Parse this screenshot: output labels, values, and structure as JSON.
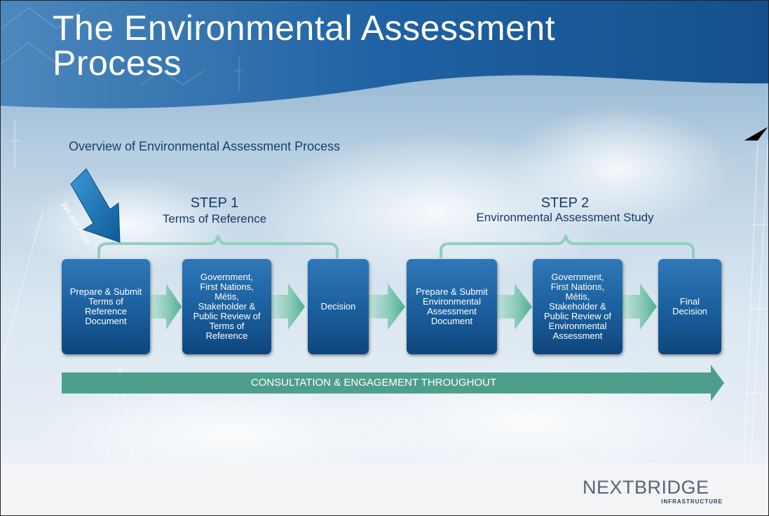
{
  "slide": {
    "title": "The Environmental Assessment Process",
    "subtitle": "Overview of Environmental Assessment Process"
  },
  "marker": {
    "label": "We Are Here",
    "icon": "arrow-down-right-icon"
  },
  "steps": [
    {
      "number": "STEP 1",
      "name": "Terms of Reference"
    },
    {
      "number": "STEP 2",
      "name": "Environmental Assessment Study"
    }
  ],
  "boxes": [
    {
      "text": "Prepare & Submit\nTerms of\nReference\nDocument"
    },
    {
      "text": "Government,\nFirst Nations,\nMétis,\nStakeholder &\nPublic Review of\nTerms of\nReference"
    },
    {
      "text": "Decision"
    },
    {
      "text": "Prepare & Submit\nEnvironmental\nAssessment\nDocument"
    },
    {
      "text": "Government,\nFirst Nations,\nMétis,\nStakeholder &\nPublic Review of\nEnvironmental\nAssessment"
    },
    {
      "text": "Final\nDecision"
    }
  ],
  "consultation": {
    "label": "CONSULTATION & ENGAGEMENT THROUGHOUT"
  },
  "logo": {
    "main": "NEXTBRIDGE",
    "sub": "INFRASTRUCTURE"
  },
  "colors": {
    "box": "#1a5e9c",
    "flow_arrow": "#5aae94",
    "bracket": "#7ec8b2",
    "title_band": "#1f5f9e",
    "text_dark": "#163a66"
  }
}
